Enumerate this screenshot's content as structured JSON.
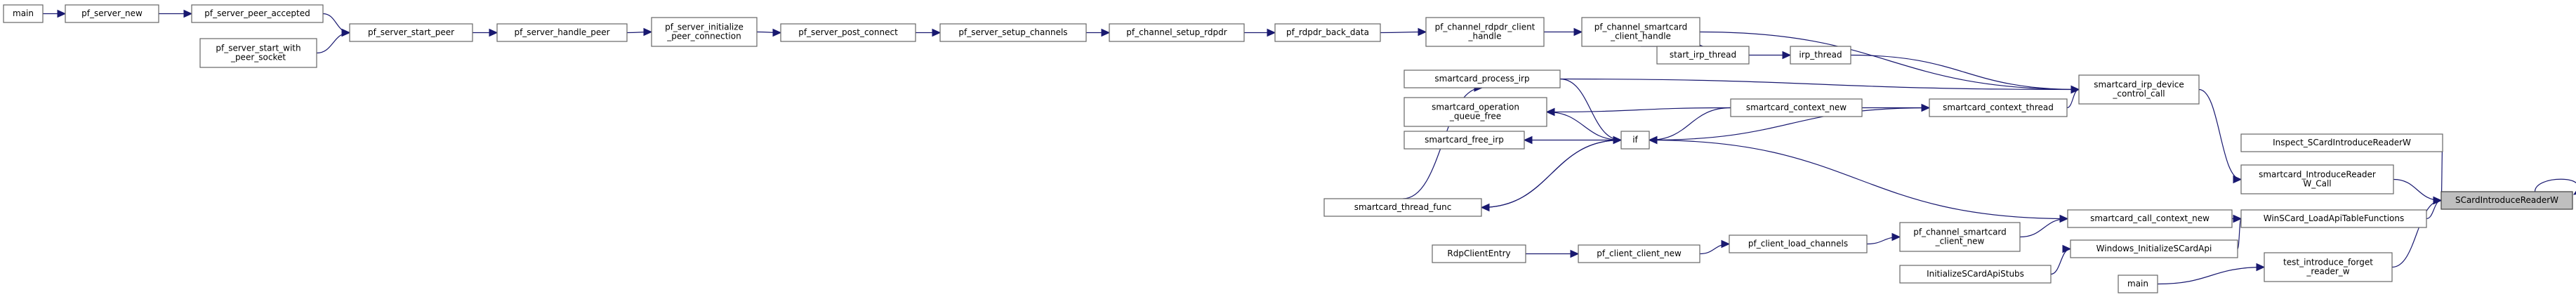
{
  "graph": {
    "nodes": {
      "main_a": [
        "main"
      ],
      "pf_server_new": [
        "pf_server_new"
      ],
      "pf_server_peer_accepted": [
        "pf_server_peer_accepted"
      ],
      "pf_server_start_with_peer_socket": [
        "pf_server_start_with",
        "_peer_socket"
      ],
      "pf_server_start_peer": [
        "pf_server_start_peer"
      ],
      "pf_server_handle_peer": [
        "pf_server_handle_peer"
      ],
      "pf_server_initialize_peer_connection": [
        "pf_server_initialize",
        "_peer_connection"
      ],
      "pf_server_post_connect": [
        "pf_server_post_connect"
      ],
      "pf_server_setup_channels": [
        "pf_server_setup_channels"
      ],
      "pf_channel_setup_rdpdr": [
        "pf_channel_setup_rdpdr"
      ],
      "pf_rdpdr_back_data": [
        "pf_rdpdr_back_data"
      ],
      "pf_channel_rdpdr_client_handle": [
        "pf_channel_rdpdr_client",
        "_handle"
      ],
      "pf_channel_smartcard_client_handle": [
        "pf_channel_smartcard",
        "_client_handle"
      ],
      "start_irp_thread": [
        "start_irp_thread"
      ],
      "irp_thread": [
        "irp_thread"
      ],
      "smartcard_irp_device_control_call": [
        "smartcard_irp_device",
        "_control_call"
      ],
      "smartcard_process_irp": [
        "smartcard_process_irp"
      ],
      "smartcard_operation_queue_free": [
        "smartcard_operation",
        "_queue_free"
      ],
      "smartcard_free_irp": [
        "smartcard_free_irp"
      ],
      "smartcard_thread_func": [
        "smartcard_thread_func"
      ],
      "if_node": [
        "if"
      ],
      "smartcard_context_new": [
        "smartcard_context_new"
      ],
      "smartcard_context_thread": [
        "smartcard_context_thread"
      ],
      "smartcard_call_context_new": [
        "smartcard_call_context_new"
      ],
      "pf_channel_smartcard_client_new": [
        "pf_channel_smartcard",
        "_client_new"
      ],
      "pf_client_load_channels": [
        "pf_client_load_channels"
      ],
      "pf_client_client_new": [
        "pf_client_client_new"
      ],
      "RdpClientEntry": [
        "RdpClientEntry"
      ],
      "Inspect_SCardIntroduceReaderW": [
        "Inspect_SCardIntroduceReaderW"
      ],
      "smartcard_IntroduceReaderW_Call": [
        "smartcard_IntroduceReader",
        "W_Call"
      ],
      "WinSCard_LoadApiTableFunctions": [
        "WinSCard_LoadApiTableFunctions"
      ],
      "Windows_InitializeSCardApi": [
        "Windows_InitializeSCardApi"
      ],
      "InitializeSCardApiStubs": [
        "InitializeSCardApiStubs"
      ],
      "test_introduce_forget_reader_w": [
        "test_introduce_forget",
        "_reader_w"
      ],
      "main_b": [
        "main"
      ],
      "SCardIntroduceReaderW": [
        "SCardIntroduceReaderW"
      ]
    },
    "edges": [
      [
        "main_a",
        "pf_server_new"
      ],
      [
        "pf_server_new",
        "pf_server_peer_accepted"
      ],
      [
        "pf_server_peer_accepted",
        "pf_server_start_peer"
      ],
      [
        "pf_server_start_with_peer_socket",
        "pf_server_start_peer"
      ],
      [
        "pf_server_start_peer",
        "pf_server_handle_peer"
      ],
      [
        "pf_server_handle_peer",
        "pf_server_initialize_peer_connection"
      ],
      [
        "pf_server_initialize_peer_connection",
        "pf_server_post_connect"
      ],
      [
        "pf_server_post_connect",
        "pf_server_setup_channels"
      ],
      [
        "pf_server_setup_channels",
        "pf_channel_setup_rdpdr"
      ],
      [
        "pf_channel_setup_rdpdr",
        "pf_rdpdr_back_data"
      ],
      [
        "pf_rdpdr_back_data",
        "pf_channel_rdpdr_client_handle"
      ],
      [
        "pf_channel_rdpdr_client_handle",
        "pf_channel_smartcard_client_handle"
      ],
      [
        "pf_channel_smartcard_client_handle",
        "start_irp_thread"
      ],
      [
        "start_irp_thread",
        "irp_thread"
      ],
      [
        "pf_channel_smartcard_client_handle",
        "smartcard_irp_device_control_call"
      ],
      [
        "irp_thread",
        "smartcard_irp_device_control_call"
      ],
      [
        "smartcard_process_irp",
        "smartcard_irp_device_control_call"
      ],
      [
        "smartcard_context_thread",
        "smartcard_irp_device_control_call"
      ],
      [
        "smartcard_thread_func",
        "smartcard_process_irp"
      ],
      [
        "if_node",
        "smartcard_operation_queue_free"
      ],
      [
        "if_node",
        "smartcard_free_irp"
      ],
      [
        "if_node",
        "smartcard_thread_func"
      ],
      [
        "smartcard_thread_func",
        "if_node"
      ],
      [
        "smartcard_process_irp",
        "if_node"
      ],
      [
        "smartcard_context_new",
        "smartcard_operation_queue_free"
      ],
      [
        "smartcard_context_new",
        "if_node"
      ],
      [
        "smartcard_context_new",
        "smartcard_context_thread"
      ],
      [
        "smartcard_context_thread",
        "if_node"
      ],
      [
        "smartcard_call_context_new",
        "if_node"
      ],
      [
        "pf_channel_smartcard_client_new",
        "smartcard_call_context_new"
      ],
      [
        "pf_client_load_channels",
        "pf_channel_smartcard_client_new"
      ],
      [
        "pf_client_client_new",
        "pf_client_load_channels"
      ],
      [
        "RdpClientEntry",
        "pf_client_client_new"
      ],
      [
        "smartcard_call_context_new",
        "WinSCard_LoadApiTableFunctions"
      ],
      [
        "smartcard_irp_device_control_call",
        "smartcard_IntroduceReaderW_Call"
      ],
      [
        "Windows_InitializeSCardApi",
        "WinSCard_LoadApiTableFunctions"
      ],
      [
        "InitializeSCardApiStubs",
        "Windows_InitializeSCardApi"
      ],
      [
        "main_b",
        "test_introduce_forget_reader_w"
      ],
      [
        "Inspect_SCardIntroduceReaderW",
        "SCardIntroduceReaderW"
      ],
      [
        "smartcard_IntroduceReaderW_Call",
        "SCardIntroduceReaderW"
      ],
      [
        "WinSCard_LoadApiTableFunctions",
        "SCardIntroduceReaderW"
      ],
      [
        "test_introduce_forget_reader_w",
        "SCardIntroduceReaderW"
      ],
      [
        "SCardIntroduceReaderW",
        "SCardIntroduceReaderW"
      ]
    ]
  },
  "colors": {
    "edge": "#191970",
    "node_border": "#666666",
    "node_fill": "#ffffff",
    "highlight_fill": "#bfbfbf"
  }
}
